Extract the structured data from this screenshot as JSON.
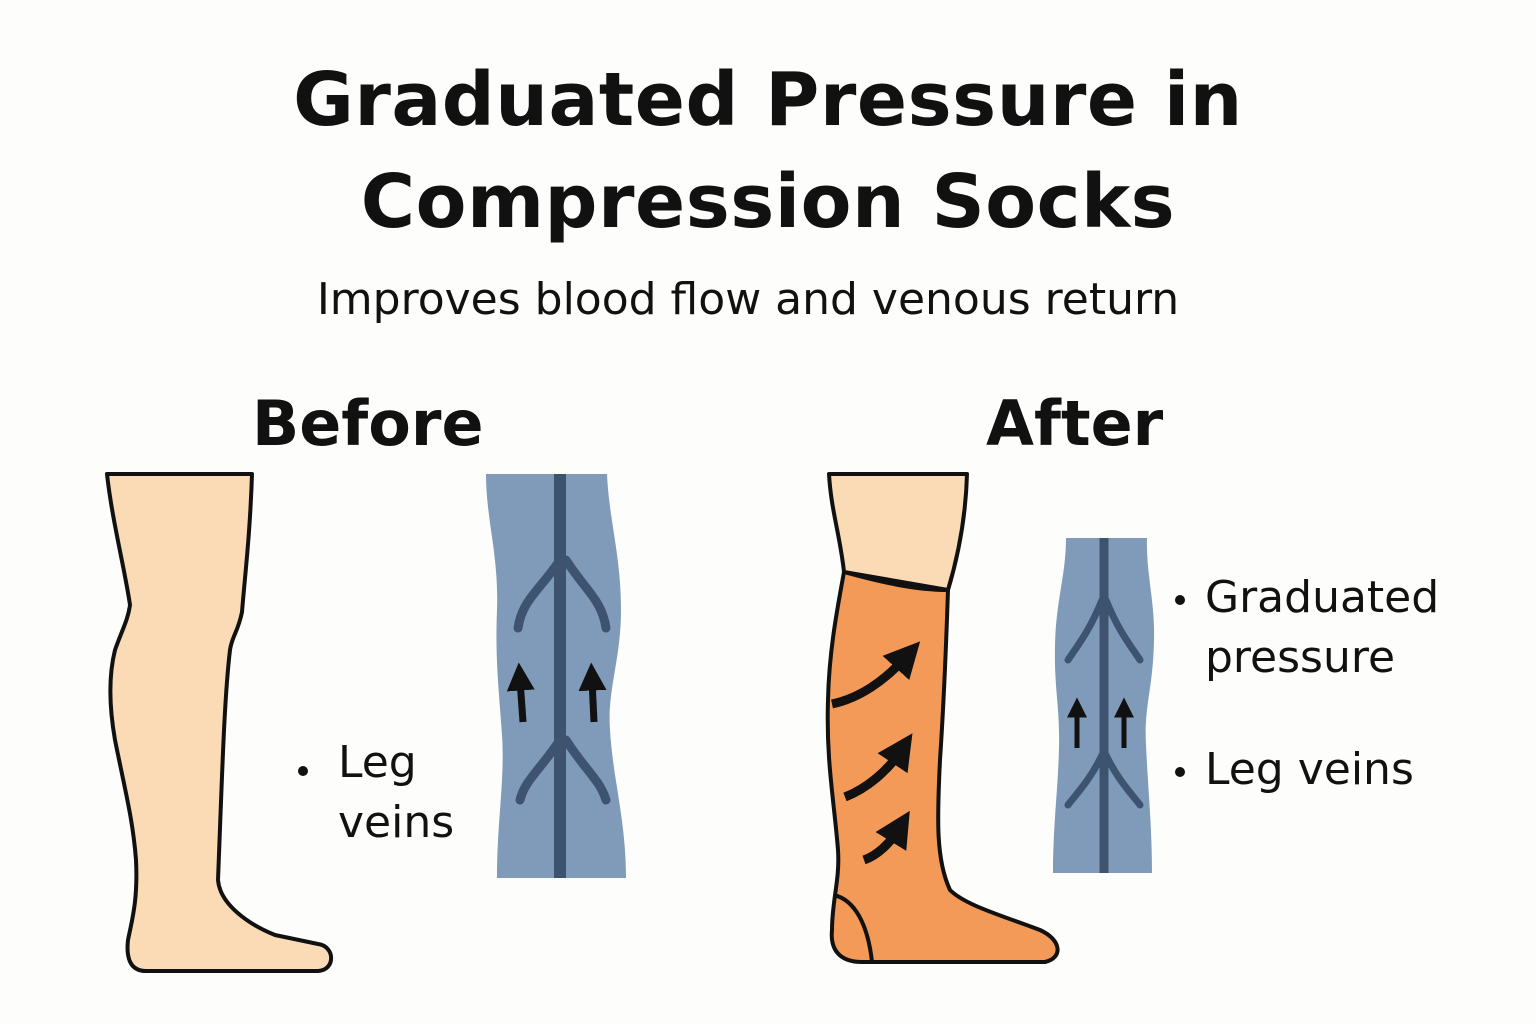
{
  "title_line1": "Graduated Pressure in",
  "title_line2": "Compression Socks",
  "subtitle": "Improves blood flow and venous return",
  "before": {
    "heading": "Before",
    "bullet_line1": "Leg",
    "bullet_line2": "veins"
  },
  "after": {
    "heading": "After",
    "bullet1_line1": "Graduated",
    "bullet1_line2": "pressure",
    "bullet2": "Leg veins"
  },
  "colors": {
    "skin": "#fadbb5",
    "sock": "#f49a59",
    "vein_panel": "#7f9bb9",
    "vein_line": "#3d5370",
    "outline": "#111111"
  }
}
